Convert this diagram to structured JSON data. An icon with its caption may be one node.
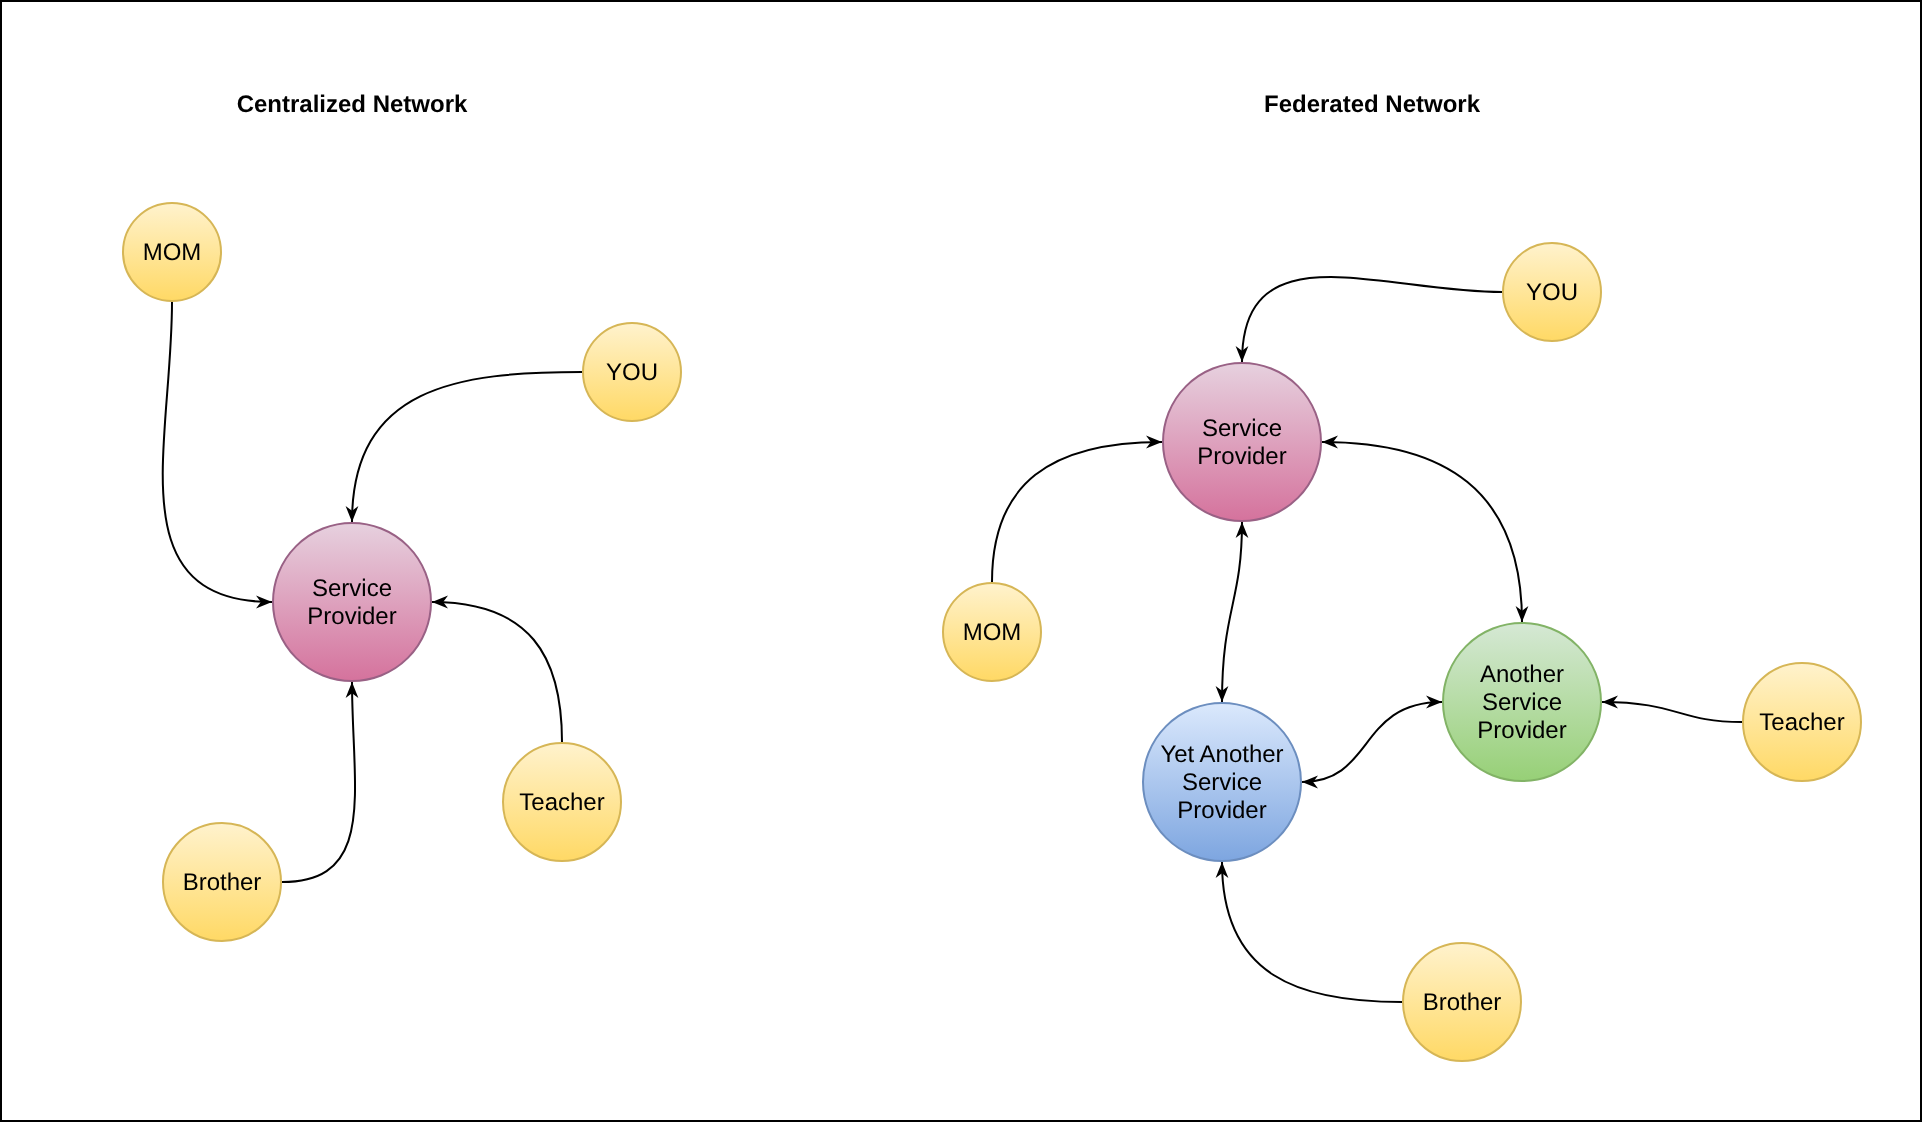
{
  "diagram": {
    "nodes": [
      {
        "text": [
          "MOM"
        ]
      },
      {
        "text": [
          "YOU"
        ]
      },
      {
        "text": [
          "Service Provider"
        ]
      },
      {
        "text": [
          "Teacher"
        ]
      },
      {
        "text": [
          "Brother"
        ]
      },
      {
        "text": [
          "YOU"
        ]
      },
      {
        "text": [
          "Service Provider"
        ]
      },
      {
        "text": [
          "MOM"
        ]
      },
      {
        "text": [
          "Another Service Provider"
        ]
      },
      {
        "text": [
          "Teacher"
        ]
      },
      {
        "text": [
          "Yet Another Service Provider"
        ]
      },
      {
        "text": [
          "Brother"
        ]
      }
    ],
    "edges": [
      {
        "from": 0,
        "to": 2,
        "arrow": "to"
      },
      {
        "from": 1,
        "to": 2,
        "arrow": "to"
      },
      {
        "from": 3,
        "to": 2,
        "arrow": "to"
      },
      {
        "from": 4,
        "to": 2,
        "arrow": "to"
      },
      {
        "from": 5,
        "to": 6,
        "arrow": "to"
      },
      {
        "from": 7,
        "to": 6,
        "arrow": "to"
      },
      {
        "from": 6,
        "to": 8,
        "arrow": "both"
      },
      {
        "from": 6,
        "to": 10,
        "arrow": "both"
      },
      {
        "from": 10,
        "to": 8,
        "arrow": "both"
      },
      {
        "from": 9,
        "to": 8,
        "arrow": "to"
      },
      {
        "from": 11,
        "to": 10,
        "arrow": "to"
      }
    ],
    "labels": [
      "Centralized Network",
      "Federated Network"
    ]
  }
}
